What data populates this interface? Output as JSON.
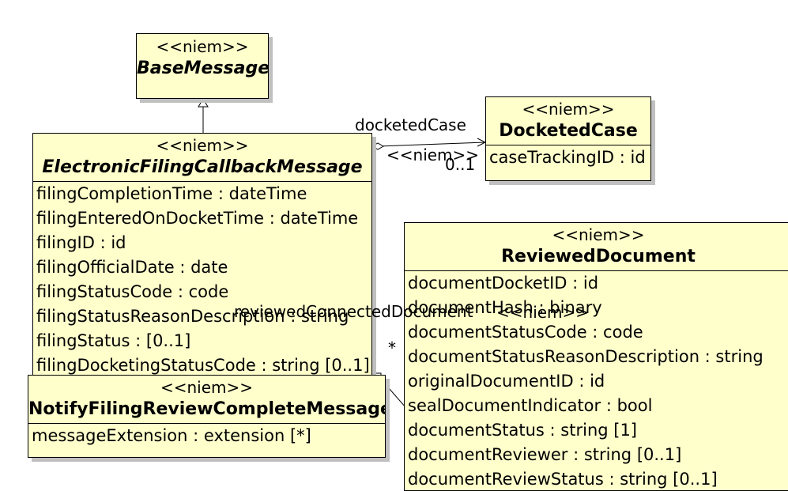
{
  "classes": {
    "base_message": {
      "stereotype": "<<niem>>",
      "name": "BaseMessage",
      "attributes": []
    },
    "callback_message": {
      "stereotype": "<<niem>>",
      "name": "ElectronicFilingCallbackMessage",
      "attributes": [
        "filingCompletionTime : dateTime",
        "filingEnteredOnDocketTime : dateTime",
        "filingID : id",
        "filingOfficialDate : date",
        "filingStatusCode : code",
        "filingStatusReasonDescription : string",
        "filingStatus :  [0..1]",
        "filingDocketingStatusCode : string [0..1]"
      ]
    },
    "docketed_case": {
      "stereotype": "<<niem>>",
      "name": "DocketedCase",
      "attributes": [
        "caseTrackingID : id"
      ]
    },
    "reviewed_document": {
      "stereotype": "<<niem>>",
      "name": "ReviewedDocument",
      "attributes": [
        "documentDocketID : id",
        "documentHash : binary",
        "documentStatusCode : code",
        "documentStatusReasonDescription : string",
        "originalDocumentID : id",
        "sealDocumentIndicator : bool",
        "documentStatus : string [1]",
        "documentReviewer : string [0..1]",
        "documentReviewStatus : string [0..1]"
      ]
    },
    "notify_message": {
      "stereotype": "<<niem>>",
      "name": "NotifyFilingReviewCompleteMessage",
      "attributes": [
        "messageExtension : extension [*]"
      ]
    }
  },
  "associations": {
    "docketed_case": {
      "role": "docketedCase",
      "stereotype": "<<niem>>",
      "multiplicity": "0..1"
    },
    "reviewed_document": {
      "role": "reviewedConnectedDocument",
      "stereotype": "<<niem>>",
      "multiplicity": "*"
    }
  }
}
